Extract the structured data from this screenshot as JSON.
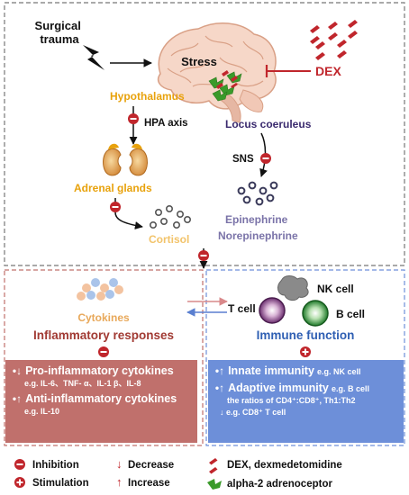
{
  "labels": {
    "surgical_trauma": [
      "Surgical",
      "trauma"
    ],
    "stress": "Stress",
    "dex": "DEX",
    "hypothalamus": "Hypothalamus",
    "hpa_axis": "HPA axis",
    "locus_coeruleus": "Locus coeruleus",
    "sns": "SNS",
    "adrenal_glands": "Adrenal glands",
    "cortisol": "Cortisol",
    "epinephrine": "Epinephrine",
    "norepinephrine": "Norepinephrine",
    "cytokines": "Cytokines",
    "inflammatory_responses": "Inflammatory responses",
    "nk_cell": "NK cell",
    "t_cell": "T cell",
    "b_cell": "B cell",
    "immune_function": "Immune function"
  },
  "left_panel": {
    "pro_head": "Pro-inflammatory cytokines",
    "pro_examples": "e.g. IL-6、TNF- α、IL-1 β、IL-8",
    "anti_head": "Anti-inflammatory cytokines",
    "anti_examples": "e.g. IL-10"
  },
  "right_panel": {
    "innate_head": "Innate immunity",
    "innate_example": "e.g. NK cell",
    "adaptive_head": "Adaptive immunity",
    "adaptive_example": "e.g. B cell",
    "ratios": "the ratios of CD4⁺:CD8⁺, Th1:Th2",
    "cd8": "e.g. CD8⁺ T cell"
  },
  "legend": {
    "inhibition": "Inhibition",
    "stimulation": "Stimulation",
    "decrease": "Decrease",
    "increase": "Increase",
    "dex": "DEX, dexmedetomidine",
    "alpha2": "alpha-2 adrenoceptor"
  },
  "colors": {
    "hypothalamus": "#e8a20c",
    "locus_coeruleus": "#3a2a6e",
    "adrenal": "#e8a20c",
    "cortisol": "#f2c36a",
    "catecholamines": "#7a73a8",
    "dex_red": "#c0262c",
    "inhibit_red": "#c0262c",
    "inflammatory_text": "#a13a33",
    "immune_text": "#2f5fb3",
    "cytokine_text": "#e8a85a",
    "left_panel": "#c0706c",
    "right_panel": "#6d8fd9",
    "receptor_green": "#3a9a2a"
  }
}
